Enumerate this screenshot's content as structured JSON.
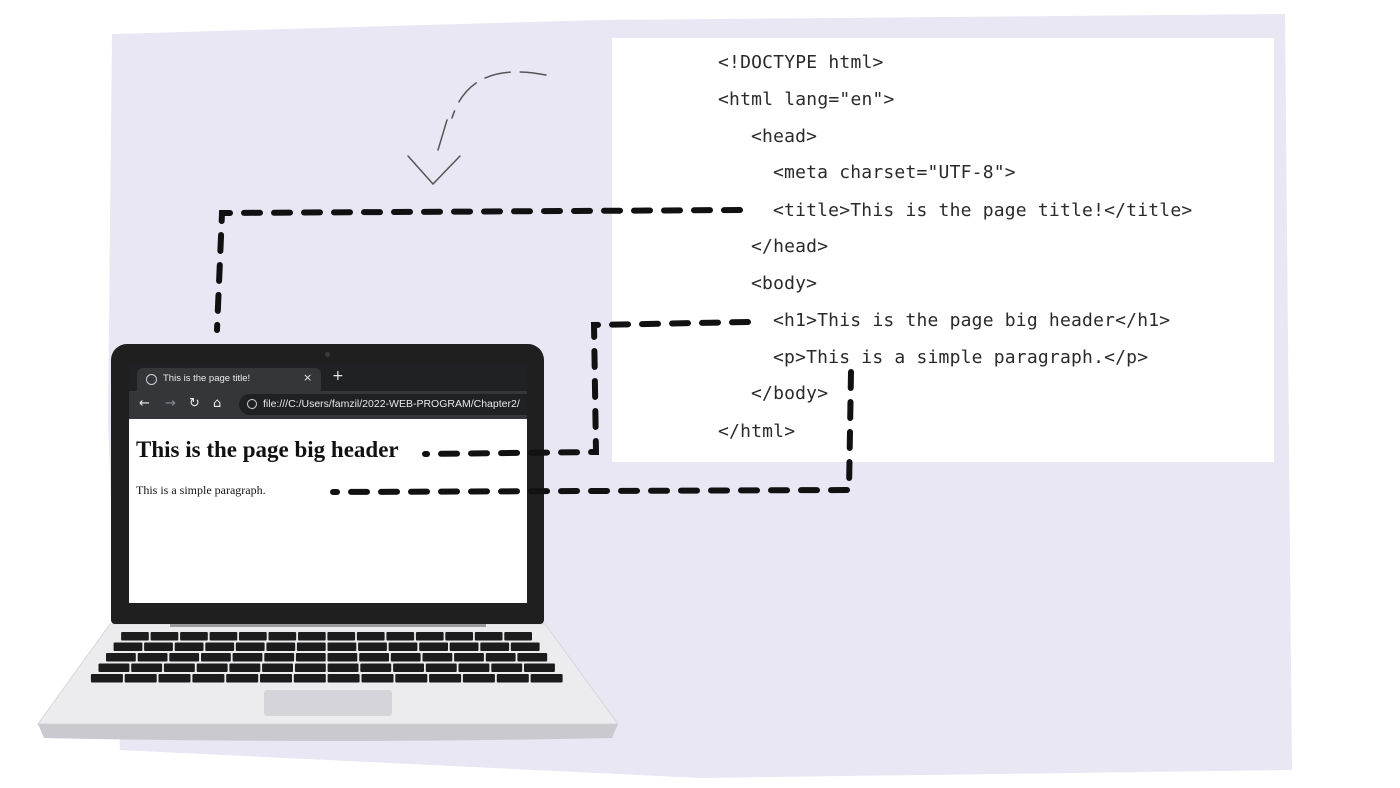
{
  "code": {
    "lines": [
      "<!DOCTYPE html>",
      "<html lang=\"en\">",
      "<head>",
      "<meta charset=\"UTF-8\">",
      "<title>This is the page title!</title>",
      "</head>",
      "<body>",
      "<h1>This is the page big header</h1>",
      "<p>This is a simple paragraph.</p>",
      "</body>",
      "</html>"
    ]
  },
  "browser": {
    "tab_title": "This is the page title!",
    "tab_close": "×",
    "new_tab": "+",
    "back": "←",
    "forward": "→",
    "reload": "↻",
    "home": "⌂",
    "url": "file:///C:/Users/famzil/2022-WEB-PROGRAM/Chapter2/",
    "tab_icon": "globe-icon",
    "url_icon": "globe-icon"
  },
  "page": {
    "h1": "This is the page big header",
    "p": "This is a simple paragraph."
  },
  "colors": {
    "background_panel": "#e9e7f3",
    "code_panel": "#ffffff",
    "dash": "#111111",
    "laptop_bezel": "#1f1f1f",
    "laptop_base": "#ececef"
  }
}
